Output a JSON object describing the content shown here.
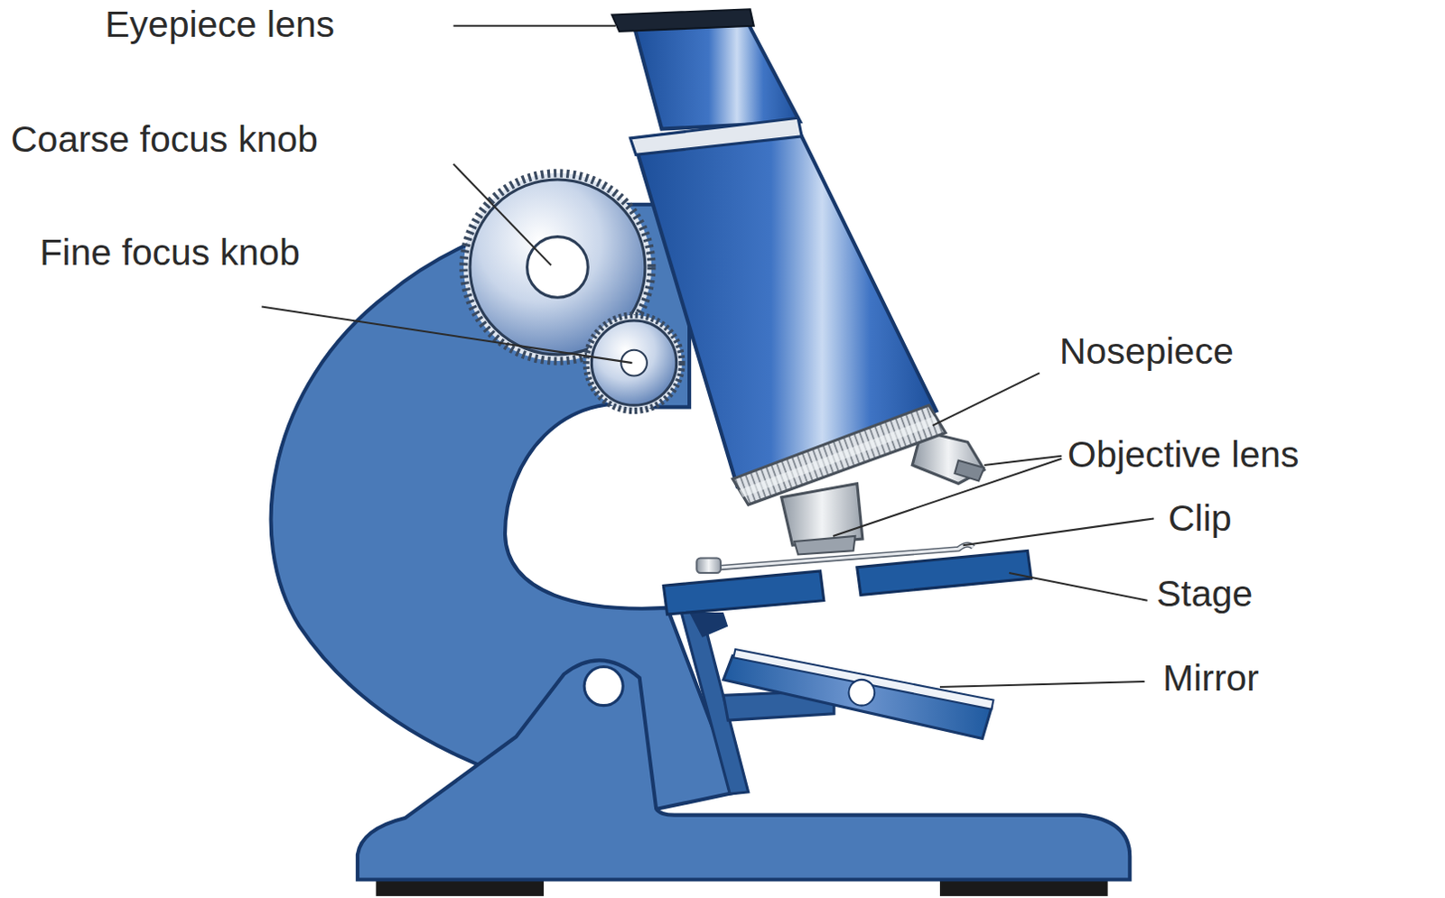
{
  "diagram": {
    "labels": [
      "Eyepiece lens",
      "Coarse focus knob",
      "Fine focus knob",
      "Nosepiece",
      "Objective lens",
      "Clip",
      "Stage",
      "Mirror"
    ]
  }
}
